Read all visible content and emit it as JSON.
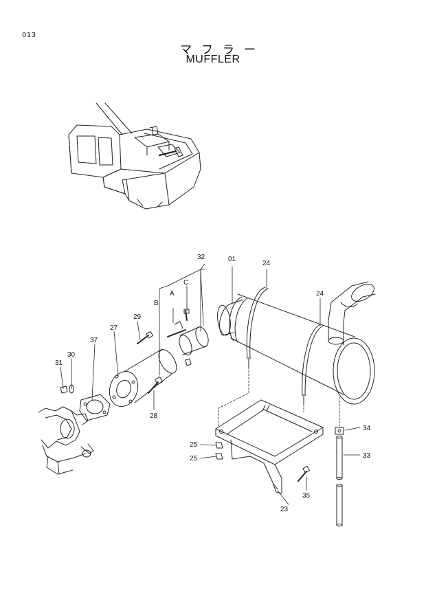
{
  "header": {
    "page_number": "013",
    "title_jp": "マフラー",
    "title_en": "MUFFLER"
  },
  "callouts": {
    "c01": "01",
    "c23": "23",
    "c24a": "24",
    "c24b": "24",
    "c25a": "25",
    "c25b": "25",
    "c27": "27",
    "c28": "28",
    "c29": "29",
    "c30": "30",
    "c31": "31",
    "c32": "32",
    "c33": "33",
    "c34": "34",
    "c35": "35",
    "c37": "37",
    "cA": "A",
    "cB": "B",
    "cC": "C"
  }
}
